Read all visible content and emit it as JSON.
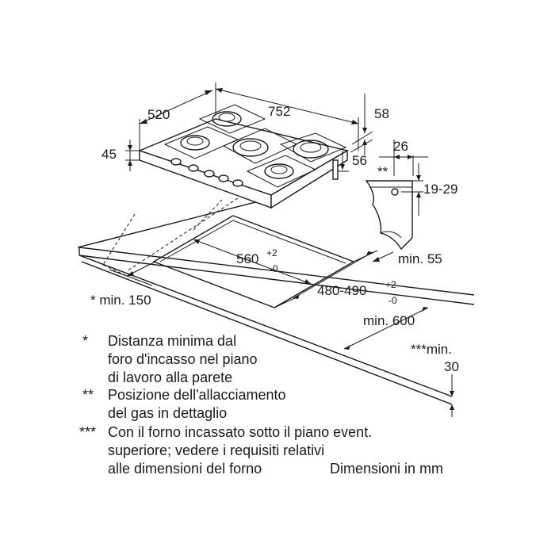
{
  "dimensions": {
    "width_752": "752",
    "depth_520": "520",
    "height_45": "45",
    "d_58": "58",
    "d_56": "56",
    "d_26": "26",
    "d_19_29": "19-29",
    "gas_marker": "**",
    "cutout_width": "560",
    "cutout_width_tol_plus": "+2",
    "cutout_width_tol_minus": "-0",
    "cutout_depth": "480-490",
    "cutout_depth_tol_plus": "+2",
    "cutout_depth_tol_minus": "-0",
    "min_55": "min. 55",
    "min_150": "* min. 150",
    "min_600": "min. 600",
    "min_30_line1": "***min.",
    "min_30_line2": "30"
  },
  "notes": [
    {
      "marker": "*",
      "lines": [
        "Distanza minima dal",
        "foro d'incasso nel piano",
        "di lavoro alla parete"
      ]
    },
    {
      "marker": "**",
      "lines": [
        "Posizione dell'allacciamento",
        "del gas in dettaglio"
      ]
    },
    {
      "marker": "***",
      "lines": [
        "Con il forno incassato sotto il piano event.",
        "superiore; vedere i requisiti relativi",
        "alle dimensioni del forno"
      ]
    }
  ],
  "units_note": "Dimensioni in mm"
}
